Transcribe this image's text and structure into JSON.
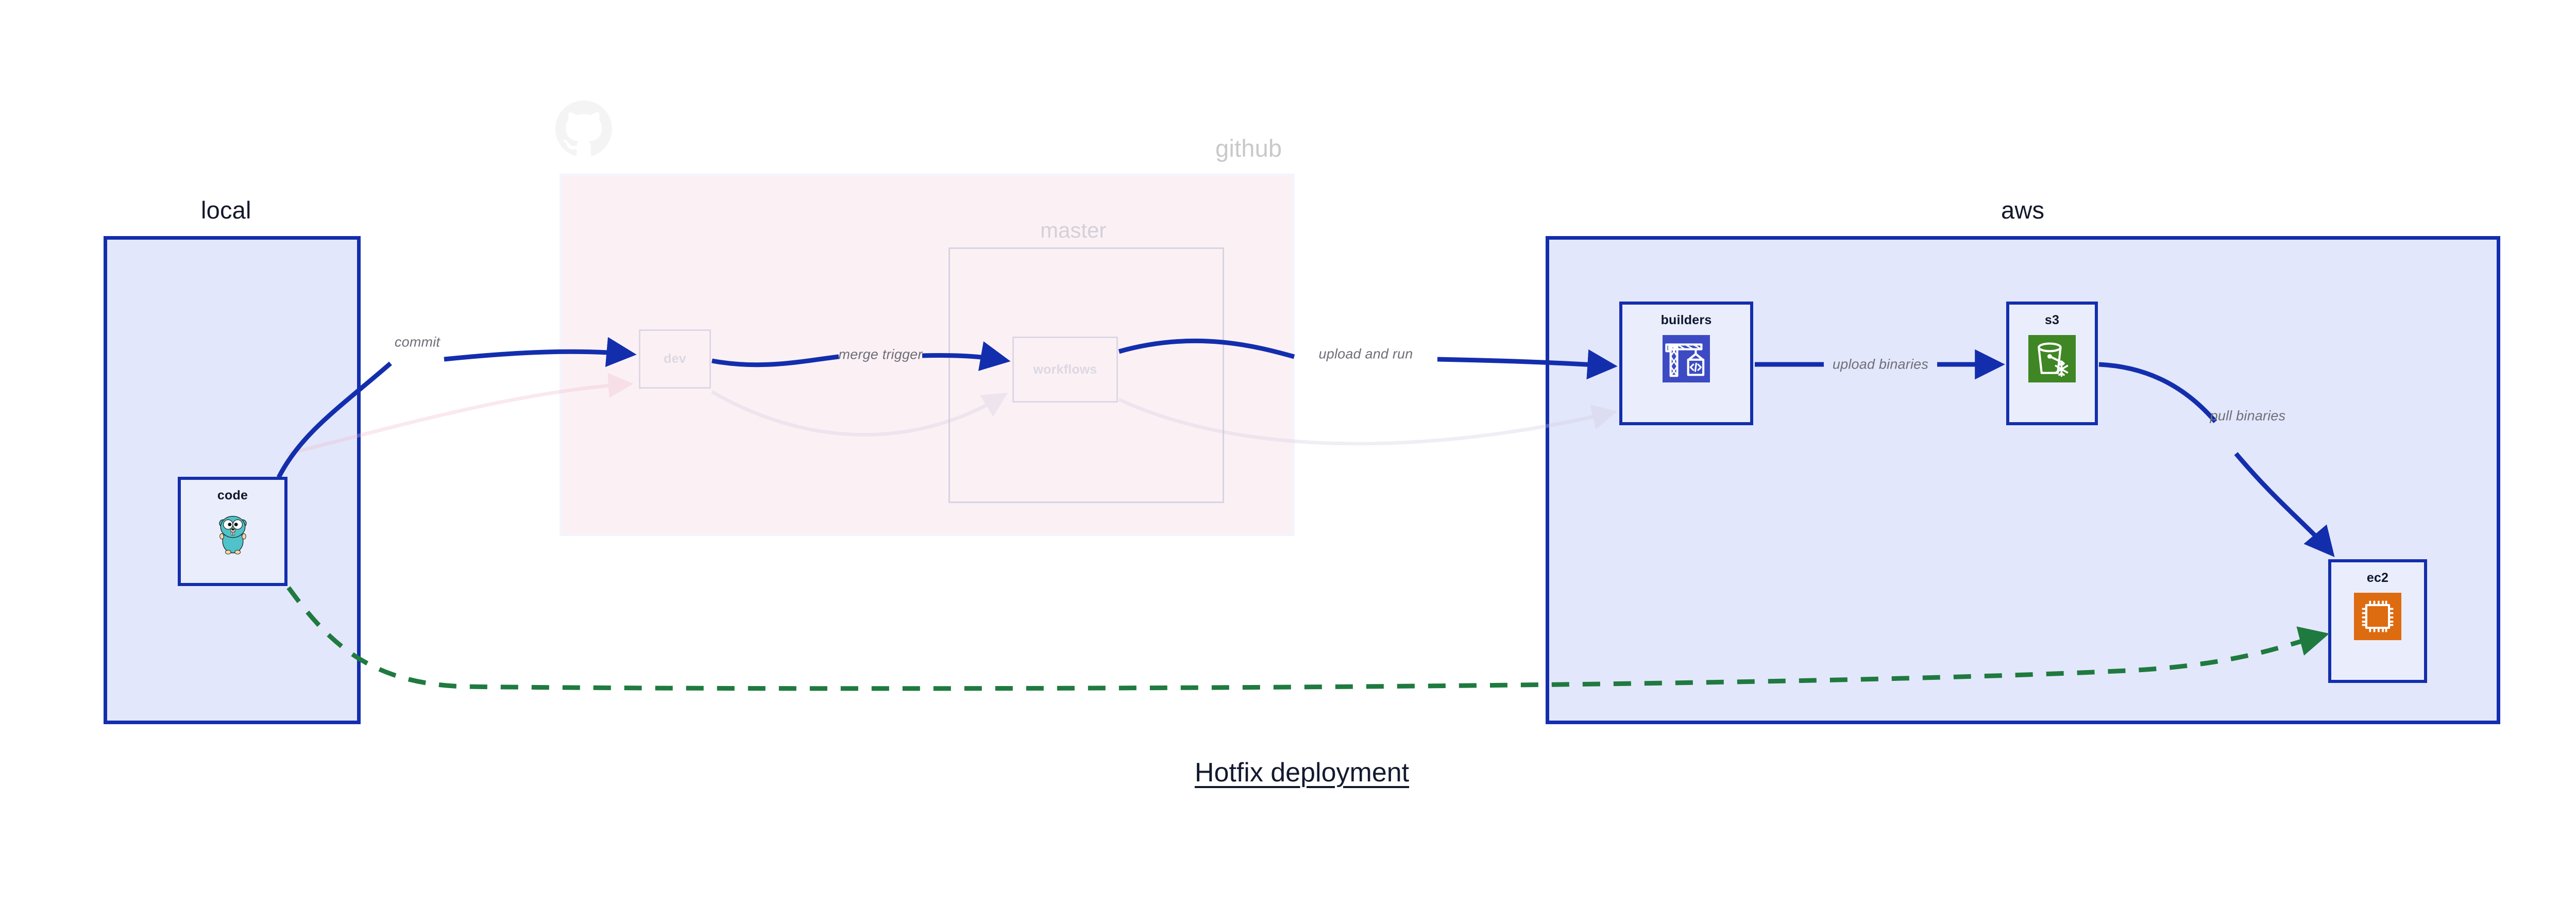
{
  "title": "Hotfix deployment",
  "colors": {
    "cluster_border": "#132ead",
    "cluster_fill": "#e3e7fb",
    "github_fill": "#f8e2e9",
    "node_fill": "#eaeefc",
    "edge_blue": "#132ead",
    "edge_green": "#1f7a3f",
    "edge_label": "#6e6e78",
    "ghost": "#d7d3e2",
    "s3_green": "#3f8624",
    "ec2_orange": "#dd6b10",
    "codebuild_blue": "#3c4bc4"
  },
  "clusters": [
    {
      "id": "local",
      "label": "local",
      "faded": false
    },
    {
      "id": "github",
      "label": "github",
      "faded": true
    },
    {
      "id": "aws",
      "label": "aws",
      "faded": false
    }
  ],
  "subclusters": [
    {
      "id": "master",
      "label": "master",
      "parent": "github"
    }
  ],
  "nodes": [
    {
      "id": "code",
      "label": "code",
      "icon": "go-gopher-icon",
      "cluster": "local",
      "ghost": false
    },
    {
      "id": "dev",
      "label": "dev",
      "icon": "none",
      "cluster": "github",
      "ghost": true
    },
    {
      "id": "workflows",
      "label": "workflows",
      "icon": "none",
      "cluster": "master",
      "ghost": true
    },
    {
      "id": "builders",
      "label": "builders",
      "icon": "aws-codebuild-icon",
      "cluster": "aws",
      "ghost": false
    },
    {
      "id": "s3",
      "label": "s3",
      "icon": "aws-s3-glacier-icon",
      "cluster": "aws",
      "ghost": false
    },
    {
      "id": "ec2",
      "label": "ec2",
      "icon": "aws-ec2-icon",
      "cluster": "aws",
      "ghost": false
    }
  ],
  "edges": [
    {
      "from": "code",
      "to": "dev",
      "label": "commit",
      "style": "solid",
      "color": "#132ead",
      "ghost": false
    },
    {
      "from": "dev",
      "to": "workflows",
      "label": "merge trigger",
      "style": "solid",
      "color": "#132ead",
      "ghost": false
    },
    {
      "from": "workflows",
      "to": "builders",
      "label": "upload and run",
      "style": "solid",
      "color": "#132ead",
      "ghost": false
    },
    {
      "from": "builders",
      "to": "s3",
      "label": "upload binaries",
      "style": "solid",
      "color": "#132ead",
      "ghost": false
    },
    {
      "from": "s3",
      "to": "ec2",
      "label": "pull binaries",
      "style": "solid",
      "color": "#132ead",
      "ghost": false
    },
    {
      "from": "code",
      "to": "ec2",
      "label": "",
      "style": "dashed",
      "color": "#1f7a3f",
      "ghost": false
    },
    {
      "from": "code",
      "to": "dev",
      "label": "",
      "style": "solid",
      "color": "#f2c9d4",
      "ghost": true
    },
    {
      "from": "dev",
      "to": "workflows",
      "label": "",
      "style": "solid",
      "color": "#d7d3e2",
      "ghost": true
    },
    {
      "from": "workflows",
      "to": "builders",
      "label": "",
      "style": "solid",
      "color": "#d7d3e2",
      "ghost": true
    }
  ],
  "edge_labels": {
    "commit": "commit",
    "merge_trigger": "merge trigger",
    "upload_and_run": "upload and run",
    "upload_binaries": "upload binaries",
    "pull_binaries": "pull binaries"
  },
  "watermark": {
    "name": "github-octocat-icon"
  }
}
